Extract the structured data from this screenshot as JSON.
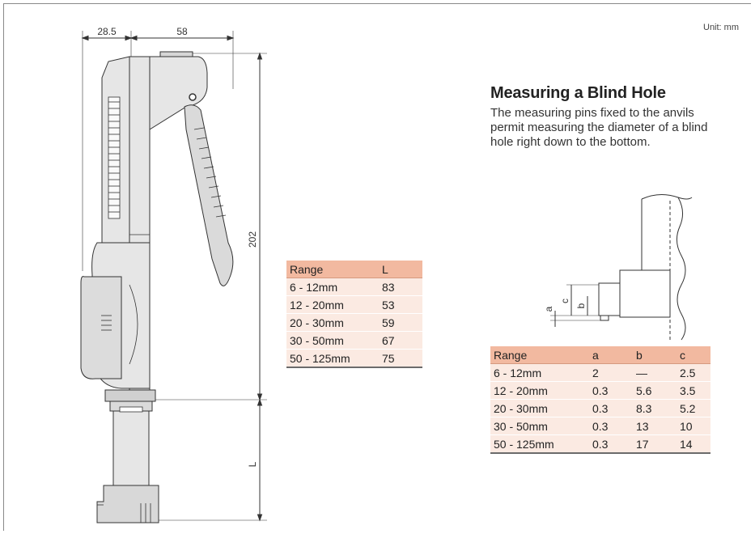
{
  "unit_label": "Unit: mm",
  "drawing_dims": {
    "width_a": "28.5",
    "width_b": "58",
    "height": "202",
    "length": "L"
  },
  "detail_dims": {
    "a": "a",
    "b": "b",
    "c": "c"
  },
  "blind_hole": {
    "title": "Measuring a Blind Hole",
    "description": "The measuring pins fixed to the anvils permit measuring the diameter of a blind hole right down to the bottom."
  },
  "range_table": {
    "headers": [
      "Range",
      "L"
    ],
    "rows": [
      [
        "6 - 12mm",
        "83"
      ],
      [
        "12 - 20mm",
        "53"
      ],
      [
        "20 - 30mm",
        "59"
      ],
      [
        "30 - 50mm",
        "67"
      ],
      [
        "50 - 125mm",
        "75"
      ]
    ]
  },
  "abc_table": {
    "headers": [
      "Range",
      "a",
      "b",
      "c"
    ],
    "rows": [
      [
        "6 - 12mm",
        "2",
        "—",
        "2.5"
      ],
      [
        "12 - 20mm",
        "0.3",
        "5.6",
        "3.5"
      ],
      [
        "20 - 30mm",
        "0.3",
        "8.3",
        "5.2"
      ],
      [
        "30 - 50mm",
        "0.3",
        "13",
        "10"
      ],
      [
        "50 - 125mm",
        "0.3",
        "17",
        "14"
      ]
    ]
  },
  "colors": {
    "table_header": "#f2b9a0",
    "table_row": "#fbeae2",
    "drawing_fill": "#e6e6e6",
    "line": "#333333"
  }
}
